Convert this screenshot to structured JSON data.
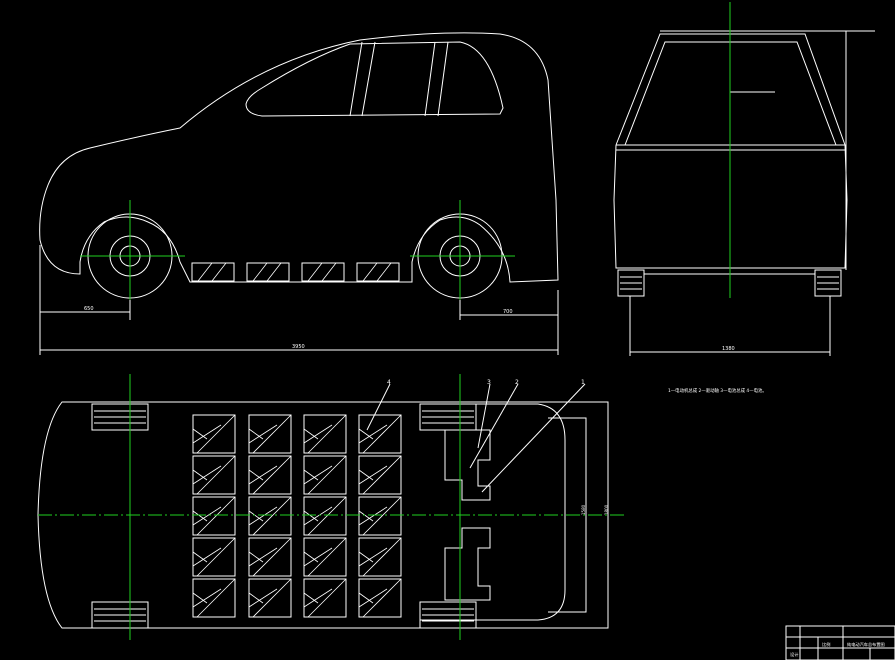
{
  "drawing": {
    "background": "#000000",
    "line_color": "#ffffff",
    "centerline_color": "#1fcf1f",
    "dimensions": {
      "front_overhang": "650",
      "rear_overhang": "700",
      "overall_length": "3950",
      "track_width": "1380",
      "plan_width_outer": "1800",
      "plan_width_inner": "1580"
    },
    "callouts": [
      "4",
      "3",
      "2",
      "1"
    ],
    "legend": "1—电动机总成 2—驱动轴 3—电池总成 4—电池。",
    "title_block": {
      "name": "纯电动汽车总布置图",
      "col_label": "比例",
      "designer_label": "设计"
    }
  }
}
